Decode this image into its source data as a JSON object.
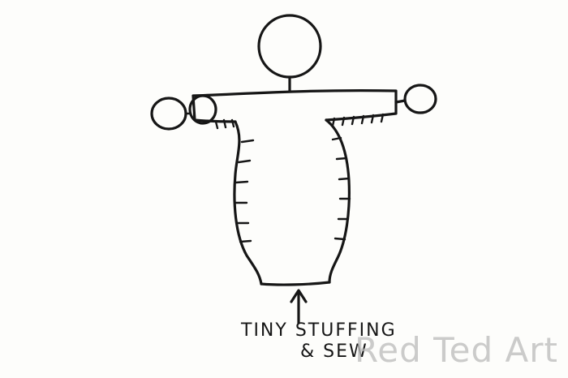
{
  "note": {
    "line1": "TINY STUFFING",
    "line2": "& SEW"
  },
  "watermark": "Red Ted Art",
  "colors": {
    "ink": "#161616",
    "paper": "#fdfdfb",
    "watermark": "#b9b9b9"
  }
}
